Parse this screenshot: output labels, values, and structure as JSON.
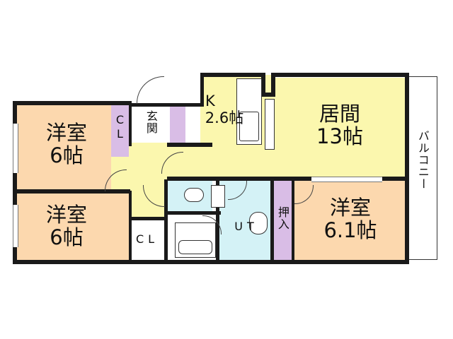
{
  "colors": {
    "western_room": "#fcd8ae",
    "living_room": "#fbf7ae",
    "closet": "#d9bde6",
    "wet_area": "#d4f2f6",
    "wall": "#1a1a1a",
    "balcony": "#ffffff"
  },
  "rooms": {
    "western_top": {
      "name": "洋室",
      "size": "6帖"
    },
    "western_bottom": {
      "name": "洋室",
      "size": "6帖"
    },
    "western_right": {
      "name": "洋室",
      "size": "6.1帖"
    },
    "living": {
      "name": "居間",
      "size": "13帖"
    },
    "kitchen": {
      "name": "K",
      "size": "2.6帖"
    },
    "entrance": {
      "name": "玄関"
    },
    "closet_top": {
      "name": "CL"
    },
    "closet_bottom": {
      "name": "CL"
    },
    "oshiire": {
      "name": "押入"
    },
    "utility": {
      "name": "UT"
    },
    "balcony": {
      "name": "バルコニー"
    }
  }
}
